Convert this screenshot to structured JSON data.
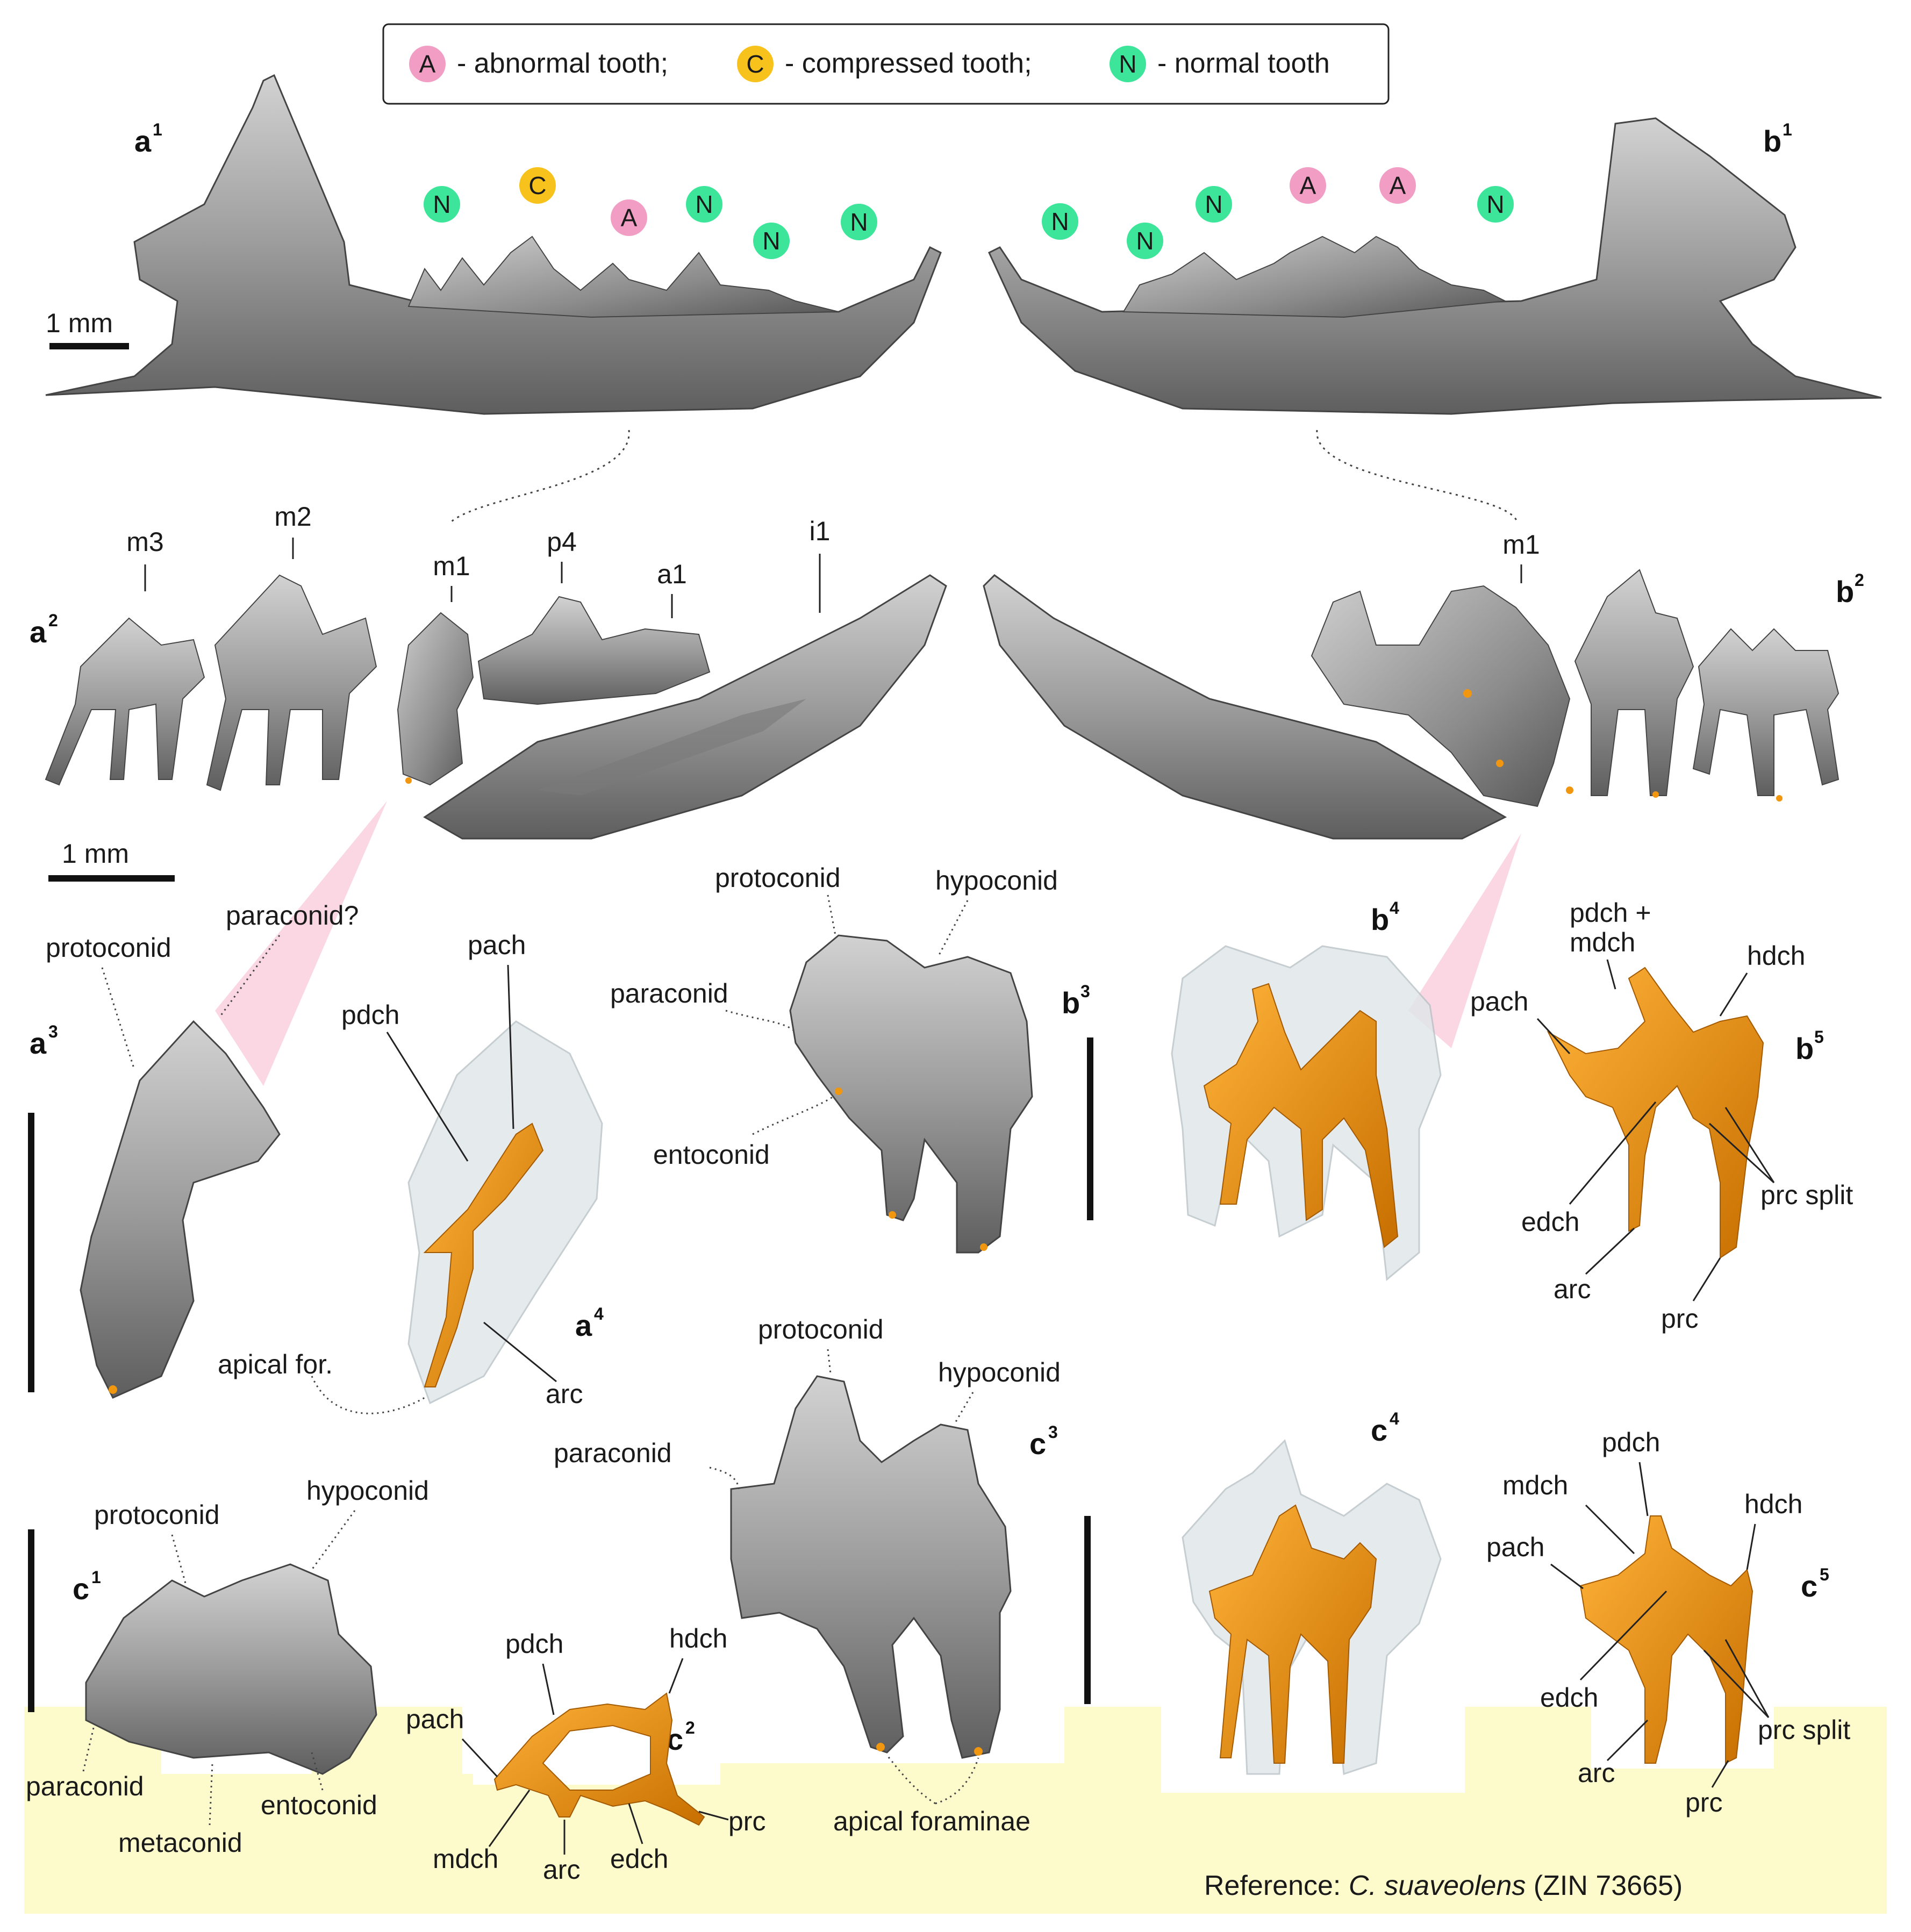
{
  "legend": {
    "abnormal_letter": "A",
    "abnormal_text": "- abnormal tooth;",
    "compressed_letter": "C",
    "compressed_text": "- compressed tooth;",
    "normal_letter": "N",
    "normal_text": "- normal tooth"
  },
  "colors": {
    "abnormal": "#f29dc4",
    "compressed": "#f7c21b",
    "normal": "#3de59a",
    "bone": "#9a9a9a",
    "canal": "#f0960f",
    "ghost": "#dfe6e9",
    "highlight_bg": "#fdfacb",
    "pink_wedge": "#f9c9da"
  },
  "panel_a1": {
    "letter": "a",
    "sup": "1",
    "badges": [
      "N",
      "C",
      "A",
      "N",
      "N",
      "N"
    ]
  },
  "panel_b1": {
    "letter": "b",
    "sup": "1",
    "badges": [
      "N",
      "N",
      "N",
      "A",
      "A",
      "N"
    ]
  },
  "scalebar_top": "1 mm",
  "scalebar_mid": "1 mm",
  "panel_a2": {
    "letter": "a",
    "sup": "2",
    "teeth": [
      "m3",
      "m2",
      "m1",
      "p4",
      "a1",
      "i1"
    ]
  },
  "panel_b2": {
    "letter": "b",
    "sup": "2",
    "teeth": [
      "m1"
    ]
  },
  "panel_a3": {
    "letter": "a",
    "sup": "3",
    "labels": [
      "protoconid",
      "paraconid?"
    ]
  },
  "panel_a4": {
    "letter": "a",
    "sup": "4",
    "labels": [
      "pach",
      "pdch",
      "apical for.",
      "arc"
    ]
  },
  "panel_b3": {
    "letter": "b",
    "sup": "3",
    "labels": [
      "protoconid",
      "hypoconid",
      "paraconid",
      "entoconid"
    ]
  },
  "panel_b4": {
    "letter": "b",
    "sup": "4"
  },
  "panel_b5": {
    "letter": "b",
    "sup": "5",
    "labels": [
      "pdch +",
      "mdch",
      "hdch",
      "pach",
      "edch",
      "prc split",
      "arc",
      "prc"
    ]
  },
  "panel_c1": {
    "letter": "c",
    "sup": "1",
    "labels": [
      "protoconid",
      "hypoconid",
      "paraconid",
      "metaconid",
      "entoconid"
    ]
  },
  "panel_c2": {
    "letter": "c",
    "sup": "2",
    "labels": [
      "pdch",
      "hdch",
      "pach",
      "mdch",
      "arc",
      "edch",
      "prc"
    ]
  },
  "panel_c3": {
    "letter": "c",
    "sup": "3",
    "labels": [
      "protoconid",
      "hypoconid",
      "paraconid",
      "apical foraminae"
    ]
  },
  "panel_c4": {
    "letter": "c",
    "sup": "4"
  },
  "panel_c5": {
    "letter": "c",
    "sup": "5",
    "labels": [
      "pdch",
      "mdch",
      "hdch",
      "pach",
      "edch",
      "prc split",
      "arc",
      "prc"
    ]
  },
  "reference": {
    "prefix": "Reference: ",
    "species": "C. suaveolens",
    "suffix": " (ZIN 73665)"
  }
}
